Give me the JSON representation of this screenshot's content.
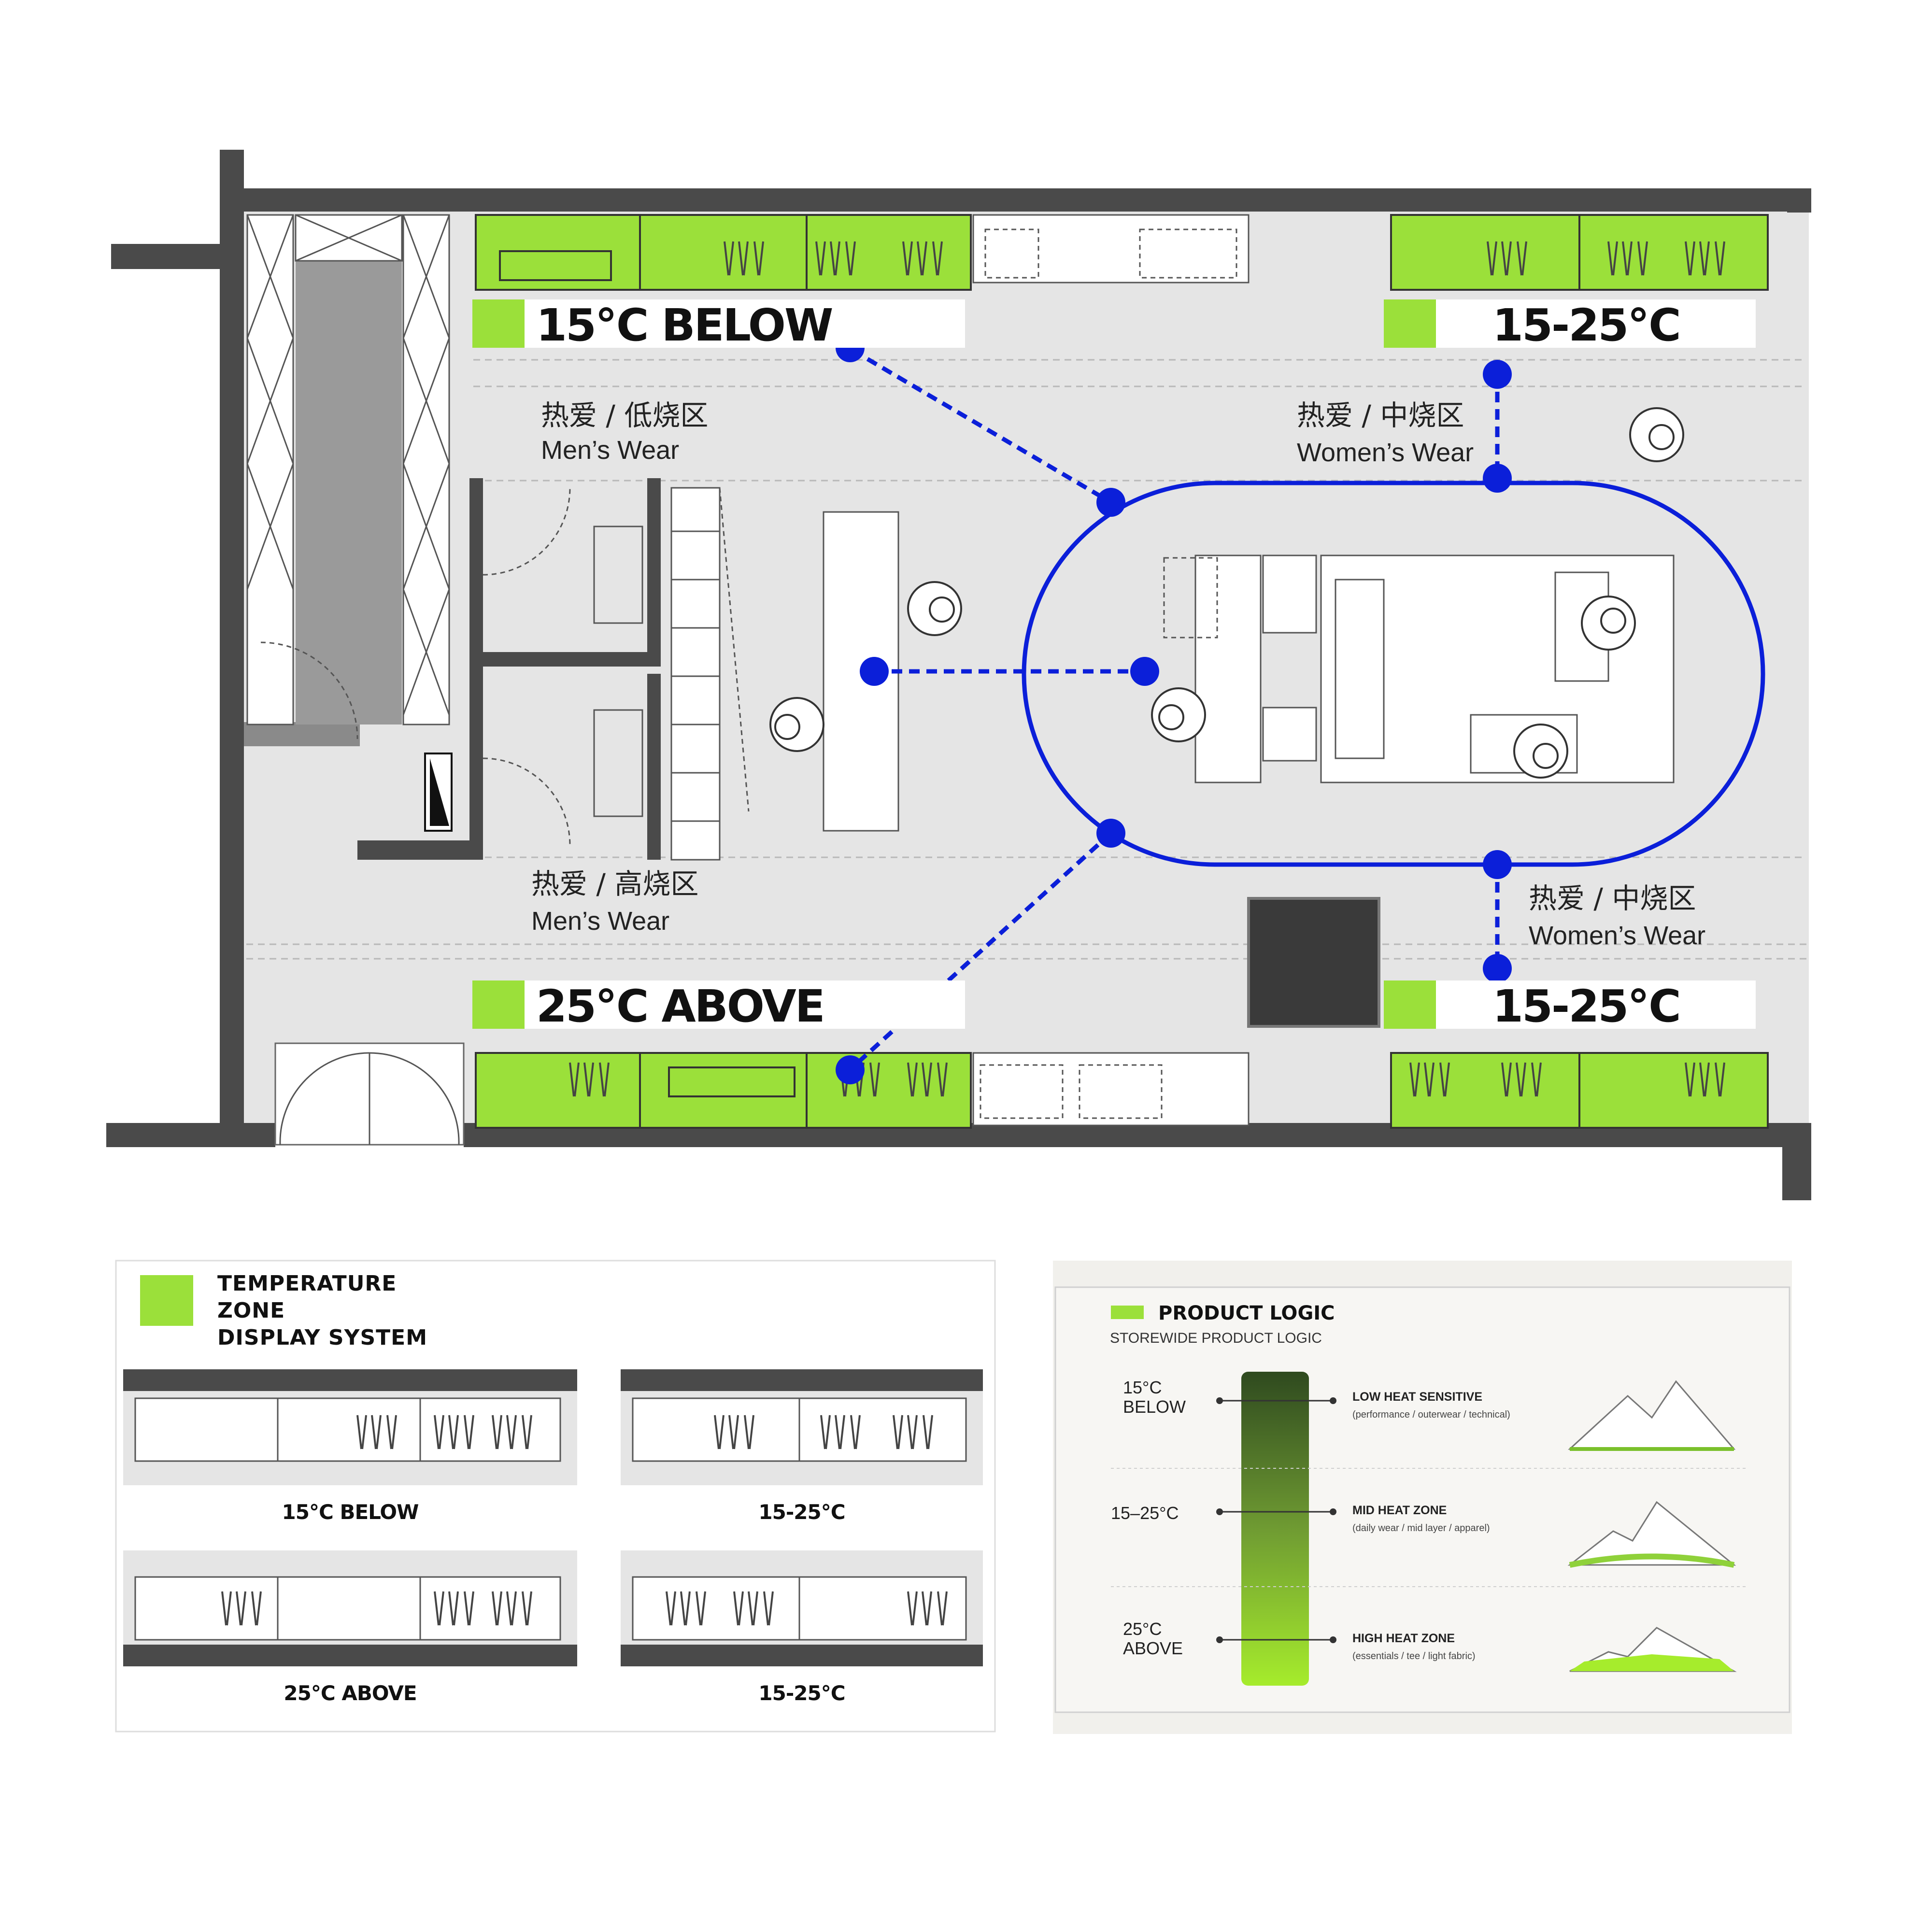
{
  "colors": {
    "wall": "#4a4a4a",
    "floor": "#e6e6e6",
    "accent_green": "#9be03a",
    "route_blue": "#0b1fd9",
    "dark_fixture": "#3a3a3a"
  },
  "plan": {
    "zone_labels": {
      "top_left": "15℃ BELOW",
      "top_right": "15-25℃",
      "bottom_left": "25℃ ABOVE",
      "bottom_right": "15-25℃"
    },
    "areas": {
      "a1_cn": "热爱 / 低烧区",
      "a1_en": "Men’s  Wear",
      "a2_cn": "热爱 / 中烧区",
      "a2_en": "Women’s Wear",
      "a3_cn": "热爱 / 高烧区",
      "a3_en": "Men’s Wear",
      "a4_cn": "热爱 / 中烧区",
      "a4_en": "Women’s Wear"
    },
    "icons": [
      "person-icon",
      "door-swing-icon",
      "hanger-icon"
    ]
  },
  "legend": {
    "line1": "TEMPERATURE",
    "line2": "ZONE",
    "line3": "DISPLAY SYSTEM",
    "captions": [
      "15℃ BELOW",
      "15-25℃",
      "25℃ ABOVE",
      "15-25℃"
    ]
  },
  "product_logic": {
    "title": "PRODUCT LOGIC",
    "subtitle": "STOREWIDE PRODUCT LOGIC",
    "rows": [
      {
        "temp1": "15°C",
        "temp2": "BELOW",
        "zone": "LOW HEAT SENSITIVE",
        "detail": "(performance / outerwear / technical)"
      },
      {
        "temp1": "15–25°C",
        "temp2": "",
        "zone": "MID HEAT ZONE",
        "detail": "(daily wear / mid layer / apparel)"
      },
      {
        "temp1": "25°C",
        "temp2": "ABOVE",
        "zone": "HIGH HEAT ZONE",
        "detail": "(essentials / tee / light fabric)"
      }
    ]
  }
}
